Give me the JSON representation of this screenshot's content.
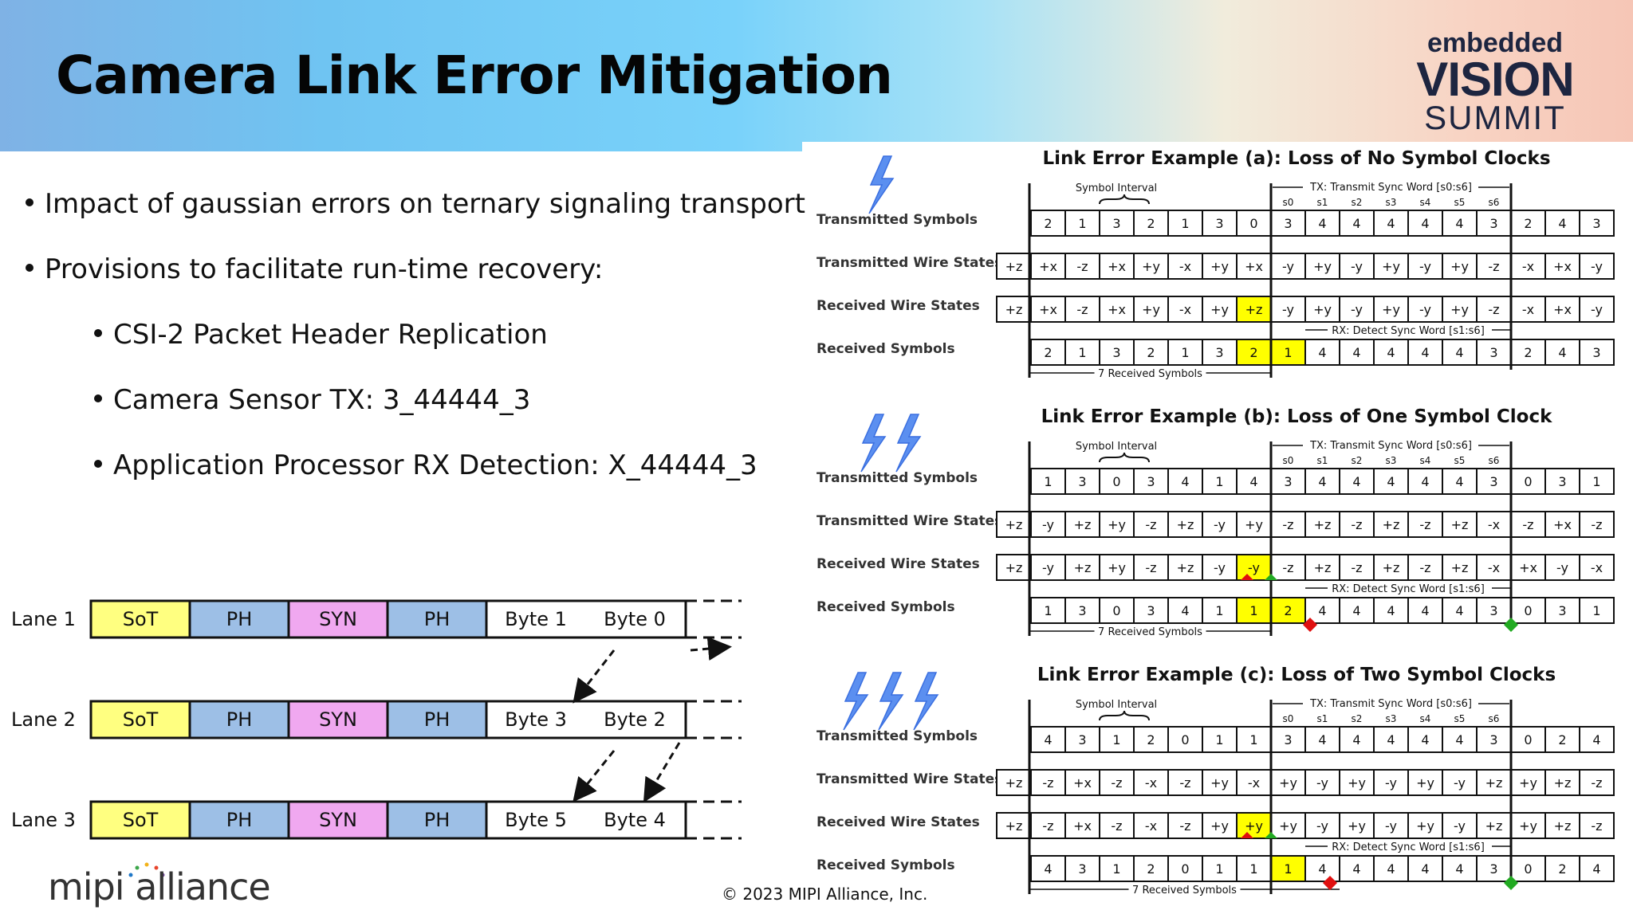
{
  "title": "Camera Link Error Mitigation",
  "logo": {
    "line1": "embedded",
    "line2": "VISION",
    "line3": "SUMMIT"
  },
  "bullets": [
    {
      "text": "Impact of gaussian errors on ternary signaling transport",
      "level": 1
    },
    {
      "text": "Provisions to facilitate run-time recovery:",
      "level": 1
    },
    {
      "text": "CSI-2 Packet Header Replication",
      "level": 2
    },
    {
      "text": "Camera Sensor TX: 3_44444_3",
      "level": 2
    },
    {
      "text": "Application Processor RX Detection: X_44444_3",
      "level": 2
    }
  ],
  "lanes": [
    {
      "label": "Lane 1",
      "cells": [
        "SoT",
        "PH",
        "SYN",
        "PH",
        "Byte 1",
        "Byte 0"
      ]
    },
    {
      "label": "Lane 2",
      "cells": [
        "SoT",
        "PH",
        "SYN",
        "PH",
        "Byte 3",
        "Byte 2"
      ]
    },
    {
      "label": "Lane 3",
      "cells": [
        "SoT",
        "PH",
        "SYN",
        "PH",
        "Byte 5",
        "Byte 4"
      ]
    }
  ],
  "colors": {
    "sot": "#ffff80",
    "ph": "#9dbfe6",
    "syn": "#f0a8f0",
    "highlight": "#ffff00",
    "green": "#22aa22",
    "red": "#e01010",
    "bolt": "#5b8ff0"
  },
  "row_labels": [
    "Transmitted Symbols",
    "Transmitted Wire States",
    "Received Wire States",
    "Received Symbols"
  ],
  "symbol_interval": "Symbol Interval",
  "tx_sync_label": "TX: Transmit Sync Word [s0:s6]",
  "rx_sync_label": "RX: Detect Sync Word [s1:s6]",
  "received_label": "7 Received Symbols",
  "sync_cols": [
    "s0",
    "s1",
    "s2",
    "s3",
    "s4",
    "s5",
    "s6"
  ],
  "examples": [
    {
      "title": "Link Error Example (a): Loss of No Symbol Clocks",
      "bolts": 1,
      "tx_symbols": [
        "2",
        "1",
        "3",
        "2",
        "1",
        "3",
        "0",
        "3",
        "4",
        "4",
        "4",
        "4",
        "4",
        "3",
        "2",
        "4",
        "3"
      ],
      "tx_wires": [
        "+z",
        "+x",
        "-z",
        "+x",
        "+y",
        "-x",
        "+y",
        "+x",
        "-y",
        "+y",
        "-y",
        "+y",
        "-y",
        "+y",
        "-z",
        "-x",
        "+x",
        "-y"
      ],
      "rx_wires": [
        "+z",
        "+x",
        "-z",
        "+x",
        "+y",
        "-x",
        "+y",
        "+z",
        "-y",
        "+y",
        "-y",
        "+y",
        "-y",
        "+y",
        "-z",
        "-x",
        "+x",
        "-y"
      ],
      "rx_symbols": [
        "2",
        "1",
        "3",
        "2",
        "1",
        "3",
        "2",
        "1",
        "4",
        "4",
        "4",
        "4",
        "4",
        "3",
        "2",
        "4",
        "3"
      ],
      "rx_wire_hl": [
        7
      ],
      "rx_sym_hl": [
        6,
        7
      ]
    },
    {
      "title": "Link Error Example (b): Loss of One Symbol Clock",
      "bolts": 2,
      "tx_symbols": [
        "1",
        "3",
        "0",
        "3",
        "4",
        "1",
        "4",
        "3",
        "4",
        "4",
        "4",
        "4",
        "4",
        "3",
        "0",
        "3",
        "1"
      ],
      "tx_wires": [
        "+z",
        "-y",
        "+z",
        "+y",
        "-z",
        "+z",
        "-y",
        "+y",
        "-z",
        "+z",
        "-z",
        "+z",
        "-z",
        "+z",
        "-x",
        "-z",
        "+x",
        "-z"
      ],
      "rx_wires": [
        "+z",
        "-y",
        "+z",
        "+y",
        "-z",
        "+z",
        "-y",
        "-y",
        "-z",
        "+z",
        "-z",
        "+z",
        "-z",
        "+z",
        "-x",
        "+x",
        "-y",
        "-x"
      ],
      "rx_symbols": [
        "1",
        "3",
        "0",
        "3",
        "4",
        "1",
        "1",
        "2",
        "4",
        "4",
        "4",
        "4",
        "4",
        "3",
        "0",
        "3",
        "1"
      ],
      "rx_wire_hl": [
        7
      ],
      "rx_sym_hl": [
        6,
        7
      ]
    },
    {
      "title": "Link Error Example (c): Loss of Two Symbol Clocks",
      "bolts": 3,
      "tx_symbols": [
        "4",
        "3",
        "1",
        "2",
        "0",
        "1",
        "1",
        "3",
        "4",
        "4",
        "4",
        "4",
        "4",
        "3",
        "0",
        "2",
        "4"
      ],
      "tx_wires": [
        "+z",
        "-z",
        "+x",
        "-z",
        "-x",
        "-z",
        "+y",
        "-x",
        "+y",
        "-y",
        "+y",
        "-y",
        "+y",
        "-y",
        "+z",
        "+y",
        "+z",
        "-z"
      ],
      "rx_wires": [
        "+z",
        "-z",
        "+x",
        "-z",
        "-x",
        "-z",
        "+y",
        "+y",
        "+y",
        "-y",
        "+y",
        "-y",
        "+y",
        "-y",
        "+z",
        "+y",
        "+z",
        "-z"
      ],
      "rx_symbols": [
        "4",
        "3",
        "1",
        "2",
        "0",
        "1",
        "1",
        "1",
        "4",
        "4",
        "4",
        "4",
        "4",
        "3",
        "0",
        "2",
        "4"
      ],
      "rx_wire_hl": [
        7
      ],
      "rx_sym_hl": [
        7
      ]
    }
  ],
  "copyright": "© 2023 MIPI Alliance, Inc.",
  "mipi_logo": "mipi alliance"
}
